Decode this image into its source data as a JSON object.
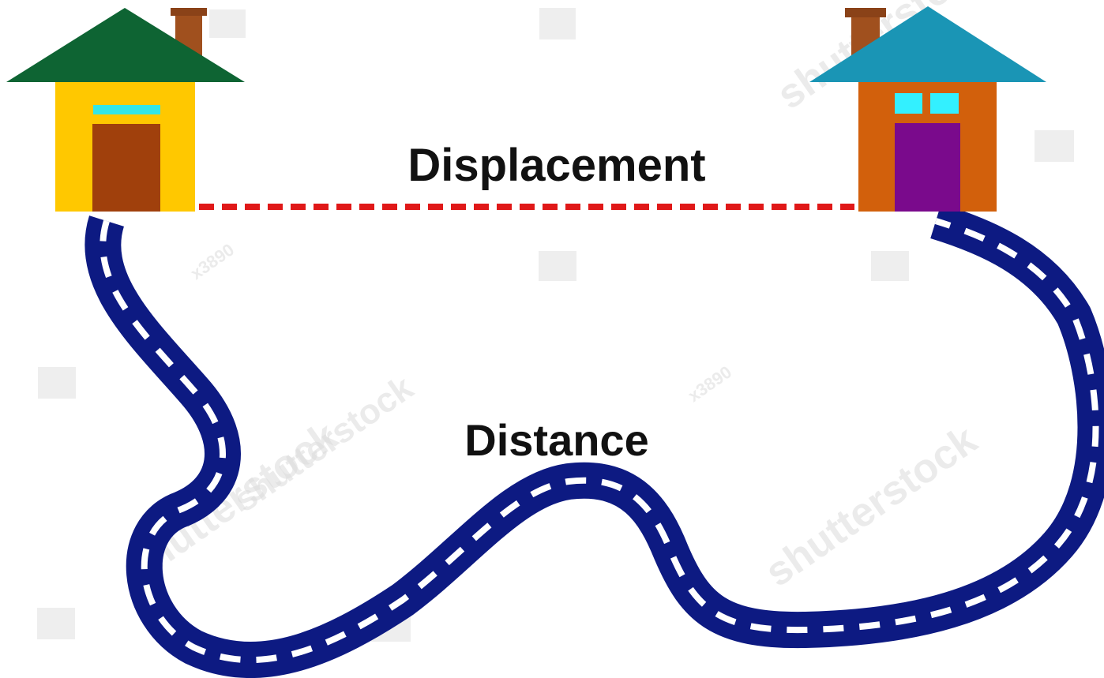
{
  "labels": {
    "displacement": "Displacement",
    "distance": "Distance"
  },
  "watermark": {
    "text": "shutterstock",
    "code": "x3890"
  },
  "colors": {
    "left_house_roof": "#0e6433",
    "left_house_wall": "#ffc800",
    "left_house_door": "#a0400c",
    "left_house_window": "#33e6e6",
    "left_house_chimney": "#a0501e",
    "right_house_roof": "#1a95b5",
    "right_house_wall": "#d2600c",
    "right_house_door": "#7a0a8c",
    "right_house_window": "#33f0ff",
    "right_house_chimney": "#a0501e",
    "road": "#0d1a82",
    "road_marking": "#ffffff",
    "displacement_line": "#e01818"
  }
}
